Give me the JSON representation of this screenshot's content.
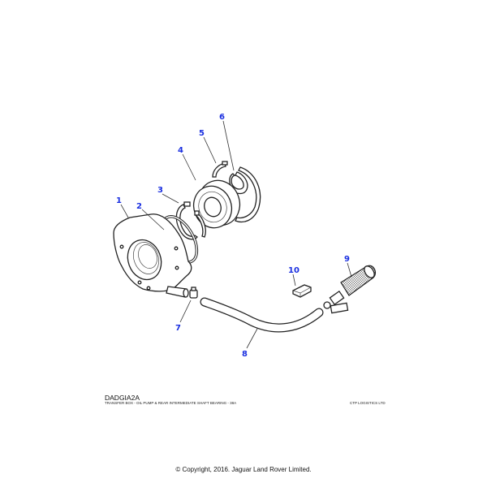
{
  "diagram": {
    "code": "DADGIA2A",
    "description": "TRANSFER BOX - OIL PUMP & REAR INTERMEDIATE SHAFT BEARING - 38A",
    "company": "CTP LOGISTICS LTD",
    "copyright": "© Copyright, 2016. Jaguar Land Rover Limited.",
    "callout_color": "#1a2fe0",
    "callouts": [
      "1",
      "2",
      "3",
      "4",
      "5",
      "6",
      "7",
      "8",
      "9",
      "10"
    ]
  }
}
